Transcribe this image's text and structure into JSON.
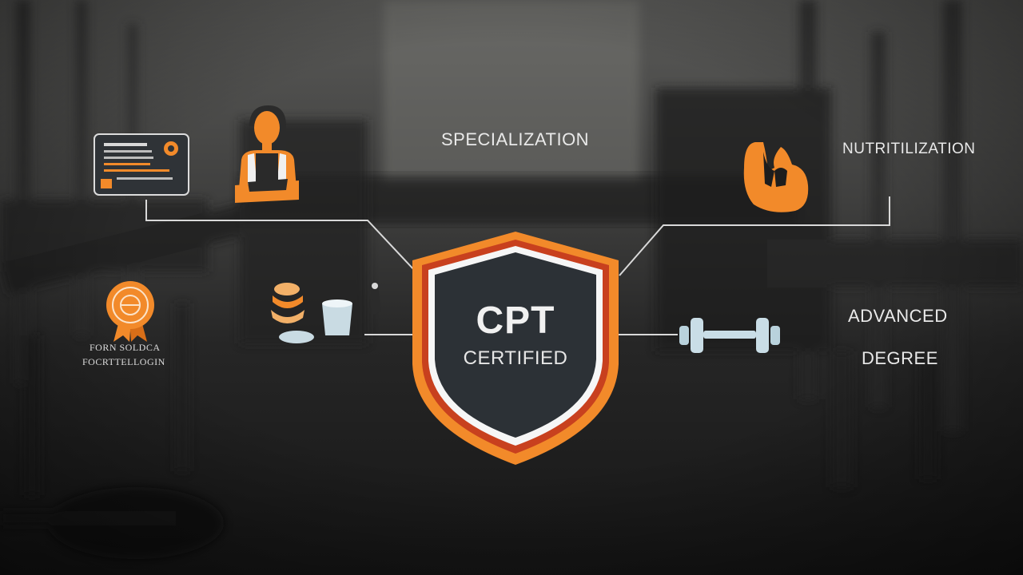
{
  "badge": {
    "title": "CPT",
    "subtitle": "CERTIFIED"
  },
  "labels": {
    "specialization": "SPECIALIZATION",
    "nutrition": "NUTRITILIZATION",
    "advanced": "ADVANCED",
    "degree": "DEGREE",
    "left_line1": "FORN SOLDCA",
    "left_line2": "FOCRTTELLOGIN"
  },
  "icons": [
    "id-card-icon",
    "trainer-person-icon",
    "muscle-arm-icon",
    "award-rosette-icon",
    "food-bowl-icon",
    "dumbbell-icon"
  ],
  "colors": {
    "accent_orange": "#f28a2a",
    "shield_red": "#c8401e",
    "shield_fill": "#2c3136",
    "connector": "#d9d9d9",
    "text": "#e9e9e9"
  }
}
